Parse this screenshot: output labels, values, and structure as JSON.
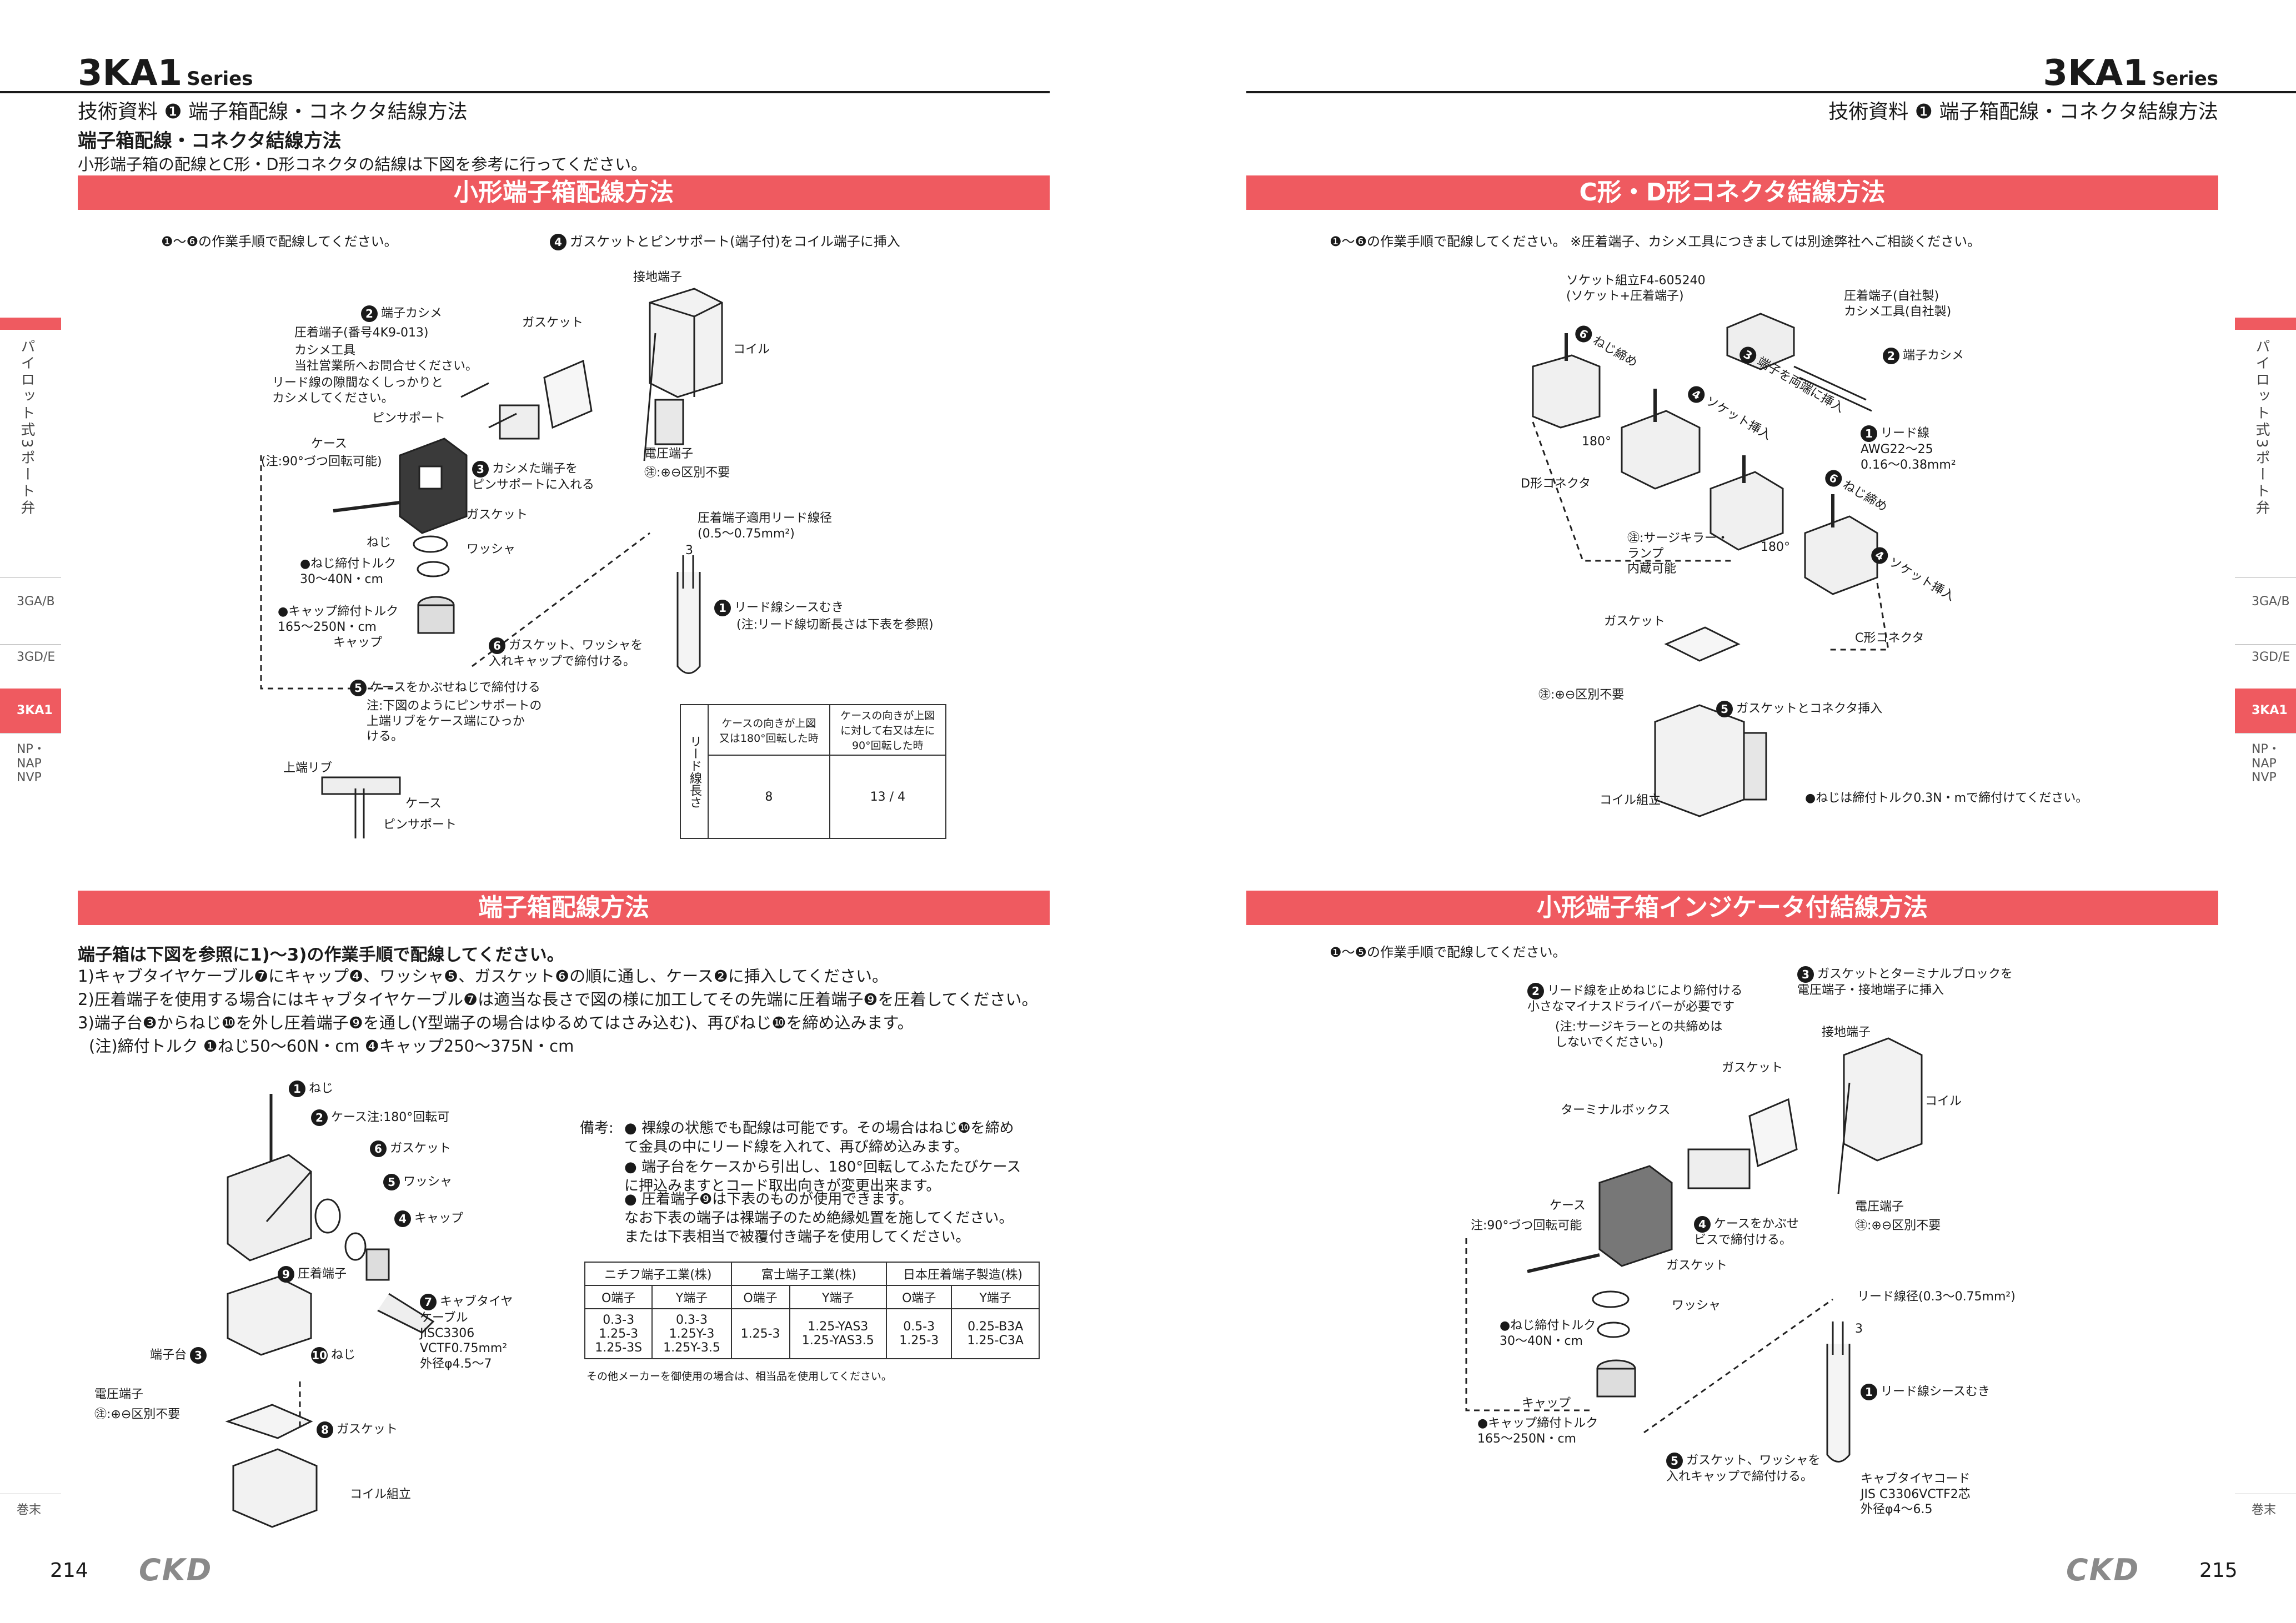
{
  "left": {
    "series": "3KA1",
    "series_suffix": "Series",
    "subtitle": "技術資料 ❶ 端子箱配線・コネクタ結線方法",
    "section_title": "端子箱配線・コネクタ結線方法",
    "section_intro": "小形端子箱の配線とC形・D形コネクタの結線は下図を参考に行ってください。",
    "page_number": "214",
    "logo": "CKD"
  },
  "right": {
    "series": "3KA1",
    "series_suffix": "Series",
    "subtitle": "技術資料 ❶ 端子箱配線・コネクタ結線方法",
    "page_number": "215",
    "logo": "CKD"
  },
  "sidebar": {
    "vertical_label": "パイロット式3ポート弁",
    "tabs": [
      "3GA/B",
      "3GD/E",
      "3KA1",
      "NP・NAP\nNVP"
    ],
    "active": "3KA1",
    "end": "巻末"
  },
  "sec1": {
    "banner": "小形端子箱配線方法",
    "steps_note": "❶〜❻の作業手順で配線してください。",
    "step4": "ガスケットとピンサポート(端子付)をコイル端子に挿入",
    "labels": {
      "ground": "接地端子",
      "gasket": "ガスケット",
      "coil": "コイル",
      "step2": "端子カシメ",
      "crimp": "圧着端子(番号4K9-013)",
      "tool": "カシメ工具\n当社営業所へお問合せください。",
      "lead_note": "リード線の隙間なくしっかりと\nカシメしてください。",
      "pin_support": "ピンサポート",
      "case": "ケース",
      "case_note": "(注:90°づつ回転可能)",
      "step3": "カシメた端子を\nピンサポートに入れる",
      "voltage": "電圧端子",
      "polarity": "㊟:⊕⊖区別不要",
      "screw": "ねじ",
      "gasket2": "ガスケット",
      "washer": "ワッシャ",
      "screw_torque": "●ねじ締付トルク\n30〜40N・cm",
      "cap_torque": "●キャップ締付トルク\n165〜250N・cm",
      "cap": "キャップ",
      "step6": "ガスケット、ワッシャを\n入れキャップで締付ける。",
      "step5": "ケースをかぶせねじで締付ける",
      "step5_note": "注:下図のようにピンサポートの\n上端リブをケース端にひっか\nける。",
      "rib": "上端リブ",
      "case2": "ケース",
      "pin_support2": "ピンサポート",
      "lead_dia": "圧着端子適用リード線径\n(0.5〜0.75mm²)",
      "step1": "リード線シースむき",
      "step1_note": "(注:リード線切断長さは下表を参照)",
      "dim3": "3"
    },
    "table": {
      "row_label": "リード線長さ",
      "col1": "ケースの向きが上図\n又は180°回転した時",
      "col2": "ケースの向きが上図\nに対して右又は左に\n90°回転した時",
      "dim1": "8",
      "dim2a": "13",
      "dim2b": "4"
    }
  },
  "sec2": {
    "banner": "C形・D形コネクタ結線方法",
    "steps_note": "❶〜❻の作業手順で配線してください。 ※圧着端子、カシメ工具につきましては別途弊社へご相談ください。",
    "labels": {
      "socket": "ソケット組立F4-605240\n(ソケット+圧着端子)",
      "crimp": "圧着端子(自社製)\nカシメ工具(自社製)",
      "step2": "端子カシメ",
      "step3": "端子を両端に挿入",
      "step6a": "ねじ締め",
      "step6b": "ねじ締め",
      "step4a": "ソケット挿入",
      "step4b": "ソケット挿入",
      "step1": "リード線\nAWG22〜25\n0.16〜0.38mm²",
      "d_conn": "D形コネクタ",
      "c_conn": "C形コネクタ",
      "surge": "㊟:サージキラー・\nランプ\n内蔵可能",
      "deg1": "180°",
      "deg2": "180°",
      "gasket": "ガスケット",
      "polarity": "㊟:⊕⊖区別不要",
      "step5": "ガスケットとコネクタ挿入",
      "coil": "コイル組立",
      "torque": "●ねじは締付トルク0.3N・mで締付けてください。"
    }
  },
  "sec3": {
    "banner": "端子箱配線方法",
    "heading": "端子箱は下図を参照に1)〜3)の作業手順で配線してください。",
    "lines": [
      "1)キャブタイヤケーブル❼にキャップ❹、ワッシャ❺、ガスケット❻の順に通し、ケース❷に挿入してください。",
      "2)圧着端子を使用する場合にはキャブタイヤケーブル❼は適当な長さで図の様に加工してその先端に圧着端子❾を圧着してください。",
      "3)端子台❸からねじ❿を外し圧着端子❾を通し(Y型端子の場合はゆるめてはさみ込む)、再びねじ❿を締め込みます。",
      "(注)締付トルク ❶ねじ50〜60N・cm ❹キャップ250〜375N・cm"
    ],
    "labels": {
      "screw": "ねじ",
      "case": "ケース注:180°回転可",
      "gasket": "ガスケット",
      "washer": "ワッシャ",
      "cap": "キャップ",
      "crimp": "圧着端子",
      "cable": "キャブタイヤ\nケーブル\nJISC3306\nVCTF0.75mm²\n外径φ4.5〜7",
      "block": "端子台",
      "screw10": "ねじ",
      "voltage": "電圧端子",
      "polarity": "㊟:⊕⊖区別不要",
      "gasket8": "ガスケット",
      "coil": "コイル組立"
    },
    "remarks_label": "備考:",
    "remarks": [
      "● 裸線の状態でも配線は可能です。その場合はねじ❿を締め\n て金具の中にリード線を入れて、再び締め込みます。",
      "● 端子台をケースから引出し、180°回転してふたたびケース\n に押込みますとコード取出向きが変更出来ます。",
      "● 圧着端子❾は下表のものが使用できます。\n なお下表の端子は裸端子のため絶縁処置を施してください。\n または下表相当で被覆付き端子を使用してください。"
    ],
    "table": {
      "makers": [
        "ニチフ端子工業(株)",
        "富士端子工業(株)",
        "日本圧着端子製造(株)"
      ],
      "types": [
        "O端子",
        "Y端子",
        "O端子",
        "Y端子",
        "O端子",
        "Y端子"
      ],
      "values": [
        "0.3-3\n1.25-3\n1.25-3S",
        "0.3-3\n1.25Y-3\n1.25Y-3.5",
        "1.25-3",
        "1.25-YAS3\n1.25-YAS3.5",
        "0.5-3\n1.25-3",
        "0.25-B3A\n1.25-C3A"
      ],
      "note": "その他メーカーを御使用の場合は、相当品を使用してください。"
    }
  },
  "sec4": {
    "banner": "小形端子箱インジケータ付結線方法",
    "steps_note": "❶〜❺の作業手順で配線してください。",
    "labels": {
      "step2": "リード線を止めねじにより締付ける\n小さなマイナスドライバーが必要です",
      "step2_note": "(注:サージキラーとの共締めは\nしないでください。)",
      "step3": "ガスケットとターミナルブロックを\n電圧端子・接地端子に挿入",
      "ground": "接地端子",
      "gasket": "ガスケット",
      "terminal_box": "ターミナルボックス",
      "coil": "コイル",
      "case": "ケース",
      "case_note": "注:90°づつ回転可能",
      "step4": "ケースをかぶせ\nビスで締付ける。",
      "voltage": "電圧端子",
      "polarity": "㊟:⊕⊖区別不要",
      "gasket2": "ガスケット",
      "washer": "ワッシャ",
      "screw_torque": "●ねじ締付トルク\n30〜40N・cm",
      "lead_dia": "リード線径(0.3〜0.75mm²)",
      "dim3": "3",
      "step1": "リード線シースむき",
      "cap": "キャップ",
      "cap_torque": "●キャップ締付トルク\n165〜250N・cm",
      "step5": "ガスケット、ワッシャを\n入れキャップで締付ける。",
      "cable": "キャブタイヤコード\nJIS C3306VCTF2芯\n外径φ4〜6.5"
    }
  }
}
